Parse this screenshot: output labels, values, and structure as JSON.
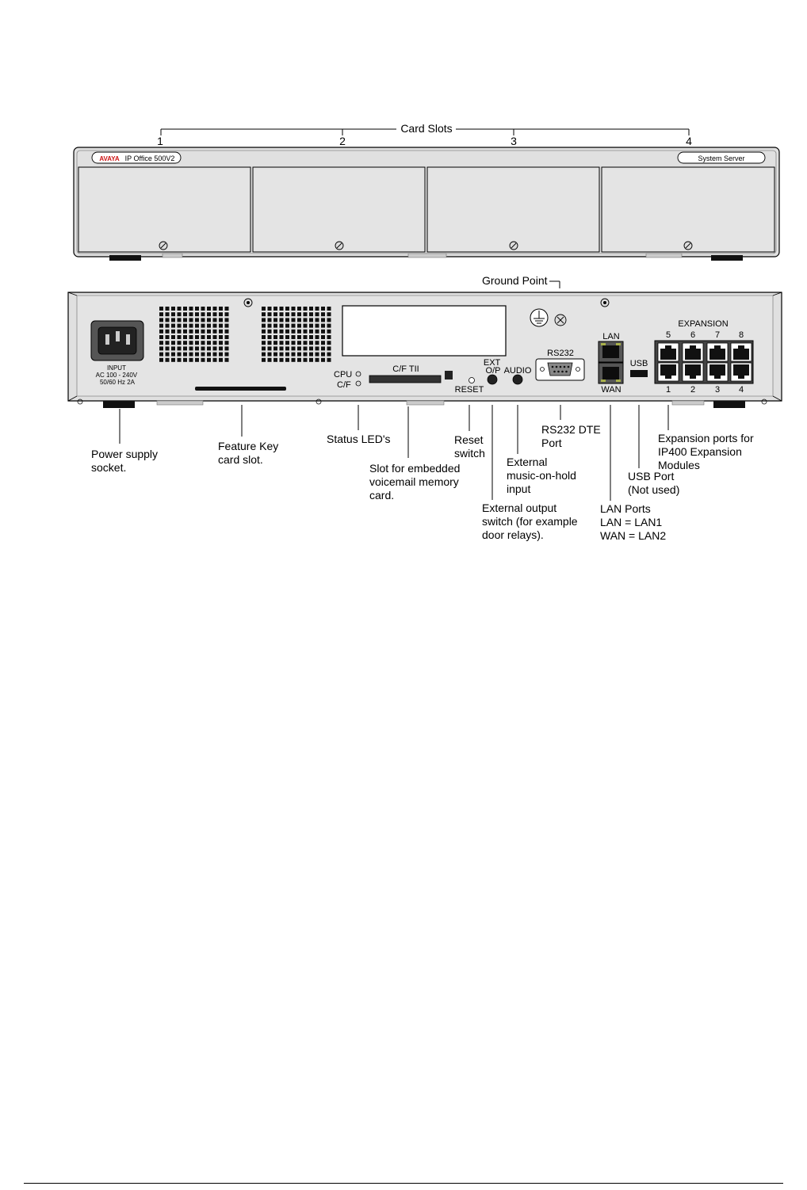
{
  "front_panel": {
    "slots_title": "Card Slots",
    "slot_numbers": [
      "1",
      "2",
      "3",
      "4"
    ],
    "brand_logo": "AVAYA",
    "model": "IP Office 500V2",
    "badge": "System Server"
  },
  "rear_panel": {
    "input_label": "INPUT\nAC 100 - 240V\n50/60 Hz 2A",
    "cpu": "CPU",
    "cf": "C/F",
    "cf_tii": "C/F TII",
    "reset": "RESET",
    "ext_op": "EXT\nO/P",
    "audio": "AUDIO",
    "rs232": "RS232",
    "lan": "LAN",
    "wan": "WAN",
    "usb": "USB",
    "expansion": "EXPANSION",
    "exp_top": [
      "5",
      "6",
      "7",
      "8"
    ],
    "exp_bottom": [
      "1",
      "2",
      "3",
      "4"
    ]
  },
  "callouts": {
    "ground_point": "Ground Point",
    "power_supply": "Power supply\nsocket.",
    "feature_key": "Feature Key\ncard slot.",
    "status_leds": "Status LED's",
    "cf_slot": "Slot for embedded\nvoicemail memory\ncard.",
    "reset_switch": "Reset\nswitch",
    "ext_output": "External output\nswitch (for example\ndoor relays).",
    "moh": "External\nmusic-on-hold\ninput",
    "rs232_port": "RS232  DTE\nPort",
    "lan_ports": "LAN Ports\nLAN = LAN1\nWAN = LAN2",
    "usb_port": "USB Port\n(Not used)",
    "expansion_ports": "Expansion ports for\nIP400 Expansion\nModules"
  },
  "colors": {
    "chassis_fill": "#e0e0e0",
    "outline": "#000000",
    "brand_red": "#cc1111"
  }
}
